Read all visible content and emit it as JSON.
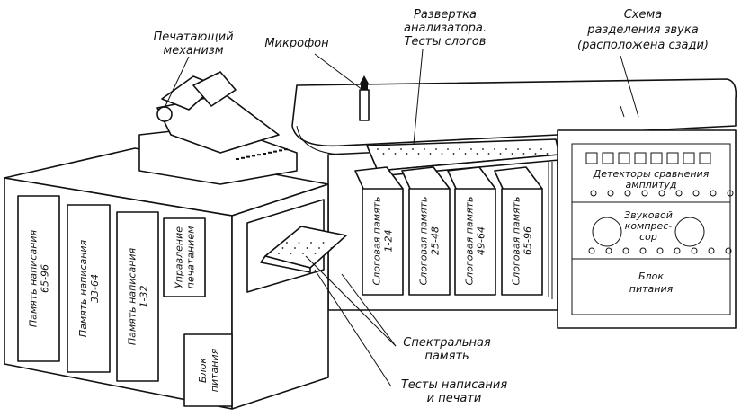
{
  "labels": {
    "printer": [
      "Печатающий",
      "механизм"
    ],
    "microphone": "Микрофон",
    "analyzer": [
      "Развертка",
      "анализатора.",
      "Тесты слогов"
    ],
    "separation": [
      "Схема",
      "разделения звука",
      "(расположена сзади)"
    ],
    "spectral": [
      "Спектральная",
      "память"
    ],
    "tests": [
      "Тесты написания",
      "и печати"
    ]
  },
  "left_cabinet": [
    [
      "Память написания",
      "65-96"
    ],
    [
      "Память написания",
      "33-64"
    ],
    [
      "Память написания",
      "1-32"
    ],
    [
      "Управление",
      "печатанием"
    ],
    [
      "Блок",
      "питания"
    ]
  ],
  "syllable_memory": [
    [
      "Слоговая память",
      "1-24"
    ],
    [
      "Слоговая память",
      "25-48"
    ],
    [
      "Слоговая память",
      "49-64"
    ],
    [
      "Слоговая память",
      "65-96"
    ]
  ],
  "right_cabinet": {
    "detectors": [
      "Детекторы сравнения",
      "амплитуд"
    ],
    "compressor": [
      "Звуковой",
      "компрес-",
      "сор"
    ],
    "power": [
      "Блок",
      "питания"
    ]
  }
}
